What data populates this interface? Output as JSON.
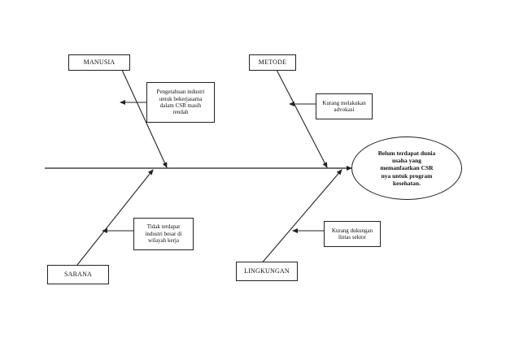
{
  "categories": {
    "manusia": "MANUSIA",
    "metode": "METODE",
    "sarana": "SARANA",
    "lingkungan": "LINGKUNGAN"
  },
  "causes": {
    "manusia": "Pengetahuan industri\nuntuk bekerjasama\ndalam CSR masih\nrendah",
    "metode": "Kurang melakukan\nadvokasi",
    "sarana": "Tidak terdapat\nindustri besar di\nwilayah kerja",
    "lingkungan": "Kurang dukungan\nlintas sektor"
  },
  "effect": "Belum terdapat dunia\nusaha yang\nmemanfaatkan CSR\nnya untuk program\nkesehatan."
}
